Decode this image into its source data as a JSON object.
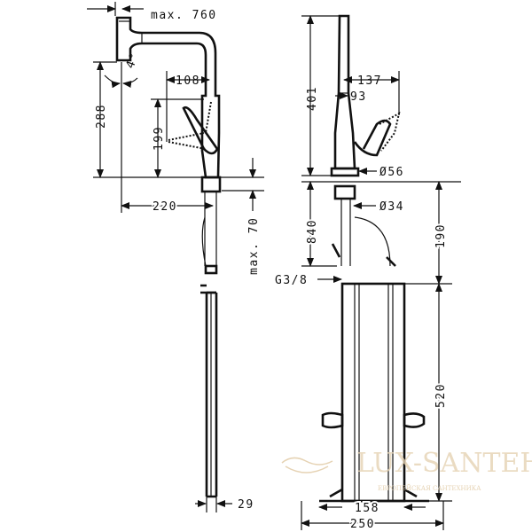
{
  "dimensions": {
    "max_reach": "max. 760",
    "angle": "4°",
    "spout_height": "288",
    "lever_offset": "108",
    "lever_height": "199",
    "projection": "220",
    "max_deck": "max. 70",
    "hose_bottom": "29",
    "total_height": "401",
    "side_reach": "137",
    "side_offset": "93",
    "base_diameter": "Ø56",
    "shank_diameter": "Ø34",
    "hose_length": "840",
    "connection": "G3/8",
    "box_offset": "190",
    "box_height": "520",
    "box_inner_width": "158",
    "box_outer_width": "250"
  },
  "watermark": {
    "brand": "LUX-SANTEH",
    "tagline": "ЕВРОПЕЙСКАЯ САНТЕХНИКА"
  },
  "colors": {
    "line": "#111111",
    "watermark": "#e6d3b4"
  }
}
